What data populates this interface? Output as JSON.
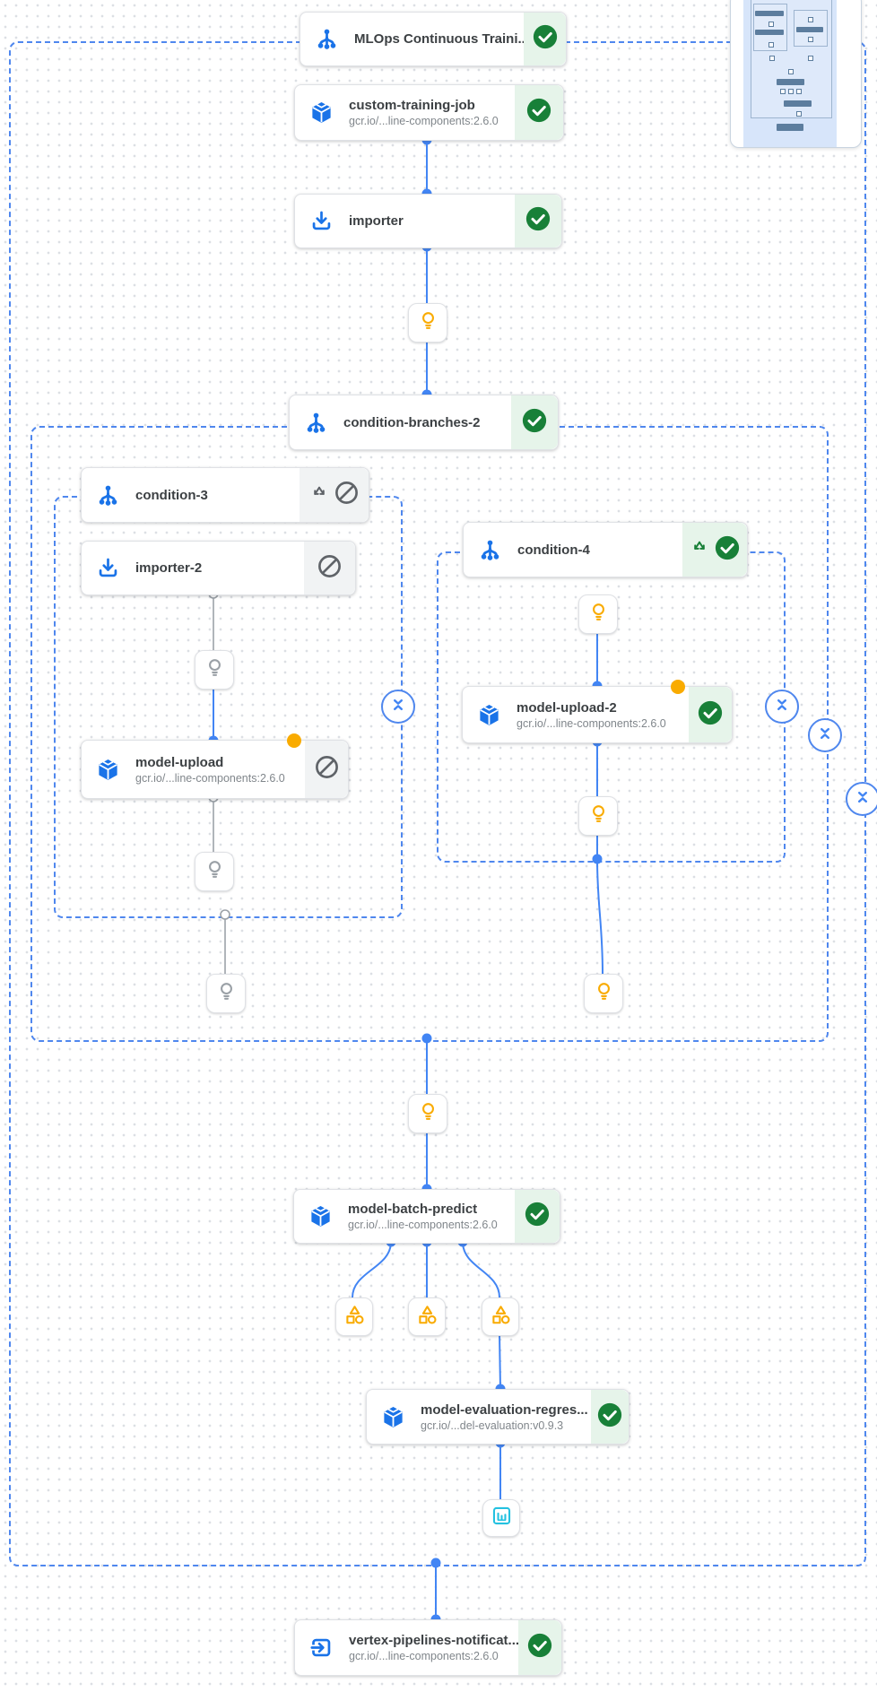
{
  "nodes": {
    "mlops": {
      "title": "MLOps Continuous Traini...",
      "status": "succeeded"
    },
    "custom_training_job": {
      "title": "custom-training-job",
      "subtitle": "gcr.io/...line-components:2.6.0",
      "status": "succeeded"
    },
    "importer": {
      "title": "importer",
      "status": "succeeded"
    },
    "condition_branches_2": {
      "title": "condition-branches-2",
      "status": "succeeded"
    },
    "condition_3": {
      "title": "condition-3",
      "status": "skipped"
    },
    "importer_2": {
      "title": "importer-2",
      "status": "skipped"
    },
    "model_upload": {
      "title": "model-upload",
      "subtitle": "gcr.io/...line-components:2.6.0",
      "status": "skipped"
    },
    "condition_4": {
      "title": "condition-4",
      "status": "succeeded"
    },
    "model_upload_2": {
      "title": "model-upload-2",
      "subtitle": "gcr.io/...line-components:2.6.0",
      "status": "succeeded"
    },
    "model_batch_predict": {
      "title": "model-batch-predict",
      "subtitle": "gcr.io/...line-components:2.6.0",
      "status": "succeeded"
    },
    "model_evaluation_regression": {
      "title": "model-evaluation-regres...",
      "subtitle": "gcr.io/...del-evaluation:v0.9.3",
      "status": "succeeded"
    },
    "vertex_pipelines_notification": {
      "title": "vertex-pipelines-notificat...",
      "subtitle": "gcr.io/...line-components:2.6.0",
      "status": "succeeded"
    }
  },
  "icons": {
    "condition": "branch-fork-icon",
    "component": "cube-icon",
    "importer": "download-icon",
    "notification": "exit-icon",
    "execution_output": "lightbulb-icon",
    "metrics_artifact": "shapes-icon",
    "chart_artifact": "bar-chart-icon",
    "succeeded": "check-circle-icon",
    "skipped": "blocked-icon",
    "branch_result": "split-arrows-icon",
    "collapse": "collapse-chevrons-icon"
  },
  "colors": {
    "accent_blue": "#1a73e8",
    "edge_blue": "#4285f4",
    "dashed_border_blue": "#4f87ee",
    "success_green": "#188038",
    "success_bg": "#e6f4ea",
    "skipped_gray": "#5f6368",
    "skipped_bg": "#f1f3f4",
    "warning_yellow": "#f9ab00",
    "edge_gray": "#a8adb3",
    "teal": "#24c1e0"
  }
}
